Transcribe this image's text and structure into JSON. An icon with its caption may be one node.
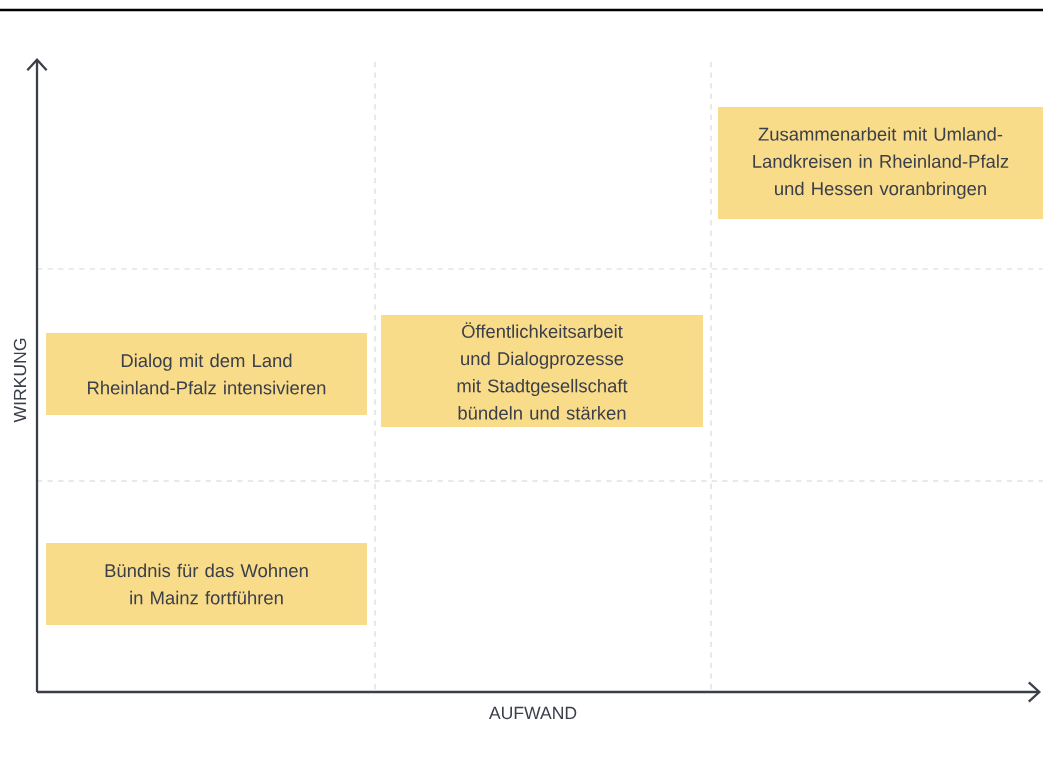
{
  "diagram": {
    "nodes": [
      {
        "text": [
          "Zusammenarbeit mit Umland-Landkreisen in Rheinland-Pfalz und Hessen voranbringen"
        ]
      },
      {
        "text": [
          "Öffentlichkeitsarbeit und Dialogprozesse mit Stadtgesellschaft bündeln und stärken"
        ]
      },
      {
        "text": [
          "Dialog mit dem Land Rheinland-Pfalz intensivieren"
        ]
      },
      {
        "text": [
          "Bündnis für das Wohnen in Mainz fortführen"
        ]
      }
    ],
    "labels": [
      "WIRKUNG",
      "AUFWAND"
    ]
  }
}
